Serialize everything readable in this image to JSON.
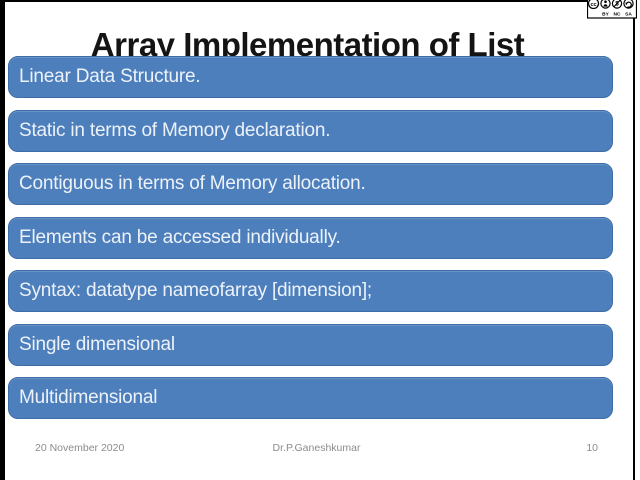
{
  "slide": {
    "title": "Array Implementation of List",
    "bullets": [
      "Linear Data Structure.",
      "Static in terms of Memory declaration.",
      "Contiguous in terms of Memory allocation.",
      "Elements can be accessed individually.",
      "Syntax: datatype nameofarray [dimension];",
      "Single dimensional",
      "Multidimensional"
    ],
    "footer": {
      "date": "20 November 2020",
      "author": "Dr.P.Ganeshkumar",
      "slide_number": "10"
    },
    "license": {
      "type": "cc-by-nc-sa",
      "labels": {
        "by": "BY",
        "nc": "NC",
        "sa": "SA"
      }
    },
    "colors": {
      "bar_fill": "#4d7fbd",
      "bar_border": "#3e6ca6",
      "bar_text": "#edf2f9",
      "title_text": "#141414",
      "footer_text": "#8c8c8c",
      "frame_border": "#000000",
      "background": "#ffffff"
    }
  }
}
